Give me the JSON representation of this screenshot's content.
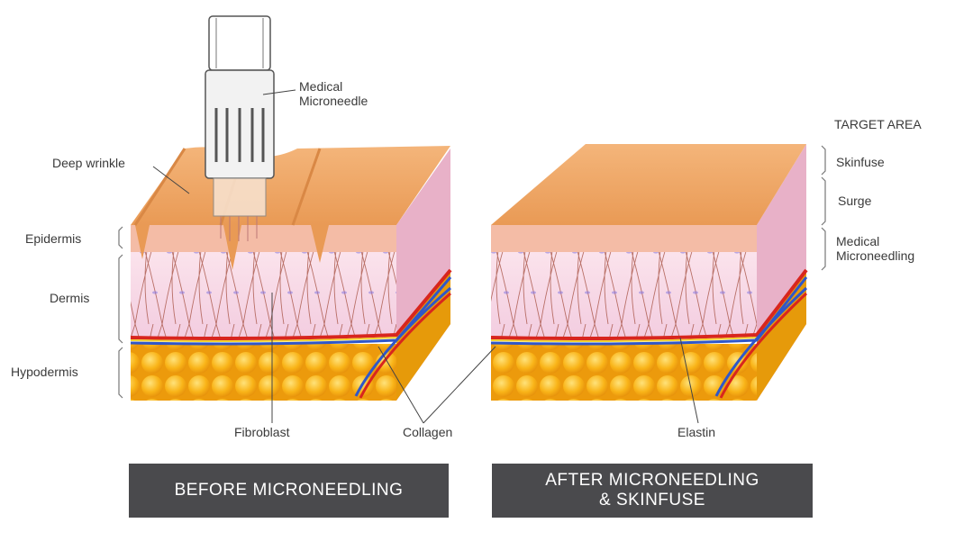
{
  "device_label": [
    "Medical",
    "Microneedle"
  ],
  "left_labels": {
    "deep_wrinkle": "Deep wrinkle",
    "epidermis": "Epidermis",
    "dermis": "Dermis",
    "hypodermis": "Hypodermis"
  },
  "bottom_labels": {
    "fibroblast": "Fibroblast",
    "collagen": "Collagen",
    "elastin": "Elastin"
  },
  "target_area": {
    "title": "TARGET AREA",
    "items": [
      "Skinfuse",
      "Surge",
      "Medical",
      "Microneedling"
    ]
  },
  "captions": {
    "before": "BEFORE MICRONEEDLING",
    "after_line1": "AFTER MICRONEEDLING",
    "after_line2": "& SKINFUSE"
  },
  "colors": {
    "skin_top": "#f0a868",
    "epidermis": "#f6c3b0",
    "dermis": "#f8dce6",
    "fat": "#f7b21c",
    "caption_bg": "#4a4a4d"
  }
}
